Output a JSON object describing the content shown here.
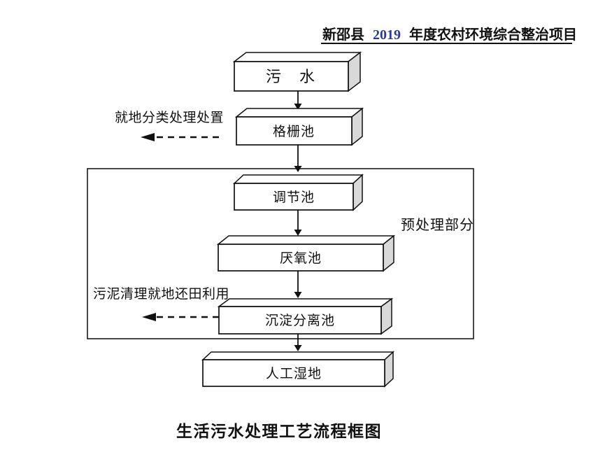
{
  "title": {
    "prefix": "新邵县",
    "year": "2019",
    "suffix": "年度农村环境综合整治项目"
  },
  "flow_nodes": [
    {
      "id": "sewage",
      "label": "污　水"
    },
    {
      "id": "grid-pool",
      "label": "格栅池"
    },
    {
      "id": "regulating-pool",
      "label": "调节池"
    },
    {
      "id": "anaerobic-pool",
      "label": "厌氧池"
    },
    {
      "id": "sedimentation-separation-pool",
      "label": "沉淀分离池"
    },
    {
      "id": "constructed-wetland",
      "label": "人工湿地"
    }
  ],
  "branch_labels": [
    {
      "id": "onsite-disposal",
      "label": "就地分类处理处置"
    },
    {
      "id": "sludge-reuse",
      "label": "污泥清理就地还田利用"
    }
  ],
  "region_label": "预处理部分",
  "caption": "生活污水处理工艺流程框图",
  "colors": {
    "line": "#111111",
    "box_fill": "#ffffff",
    "box_side_fill": "#d9d9d9",
    "year_text": "#2b3a9c",
    "text": "#111111",
    "background": "#ffffff"
  }
}
